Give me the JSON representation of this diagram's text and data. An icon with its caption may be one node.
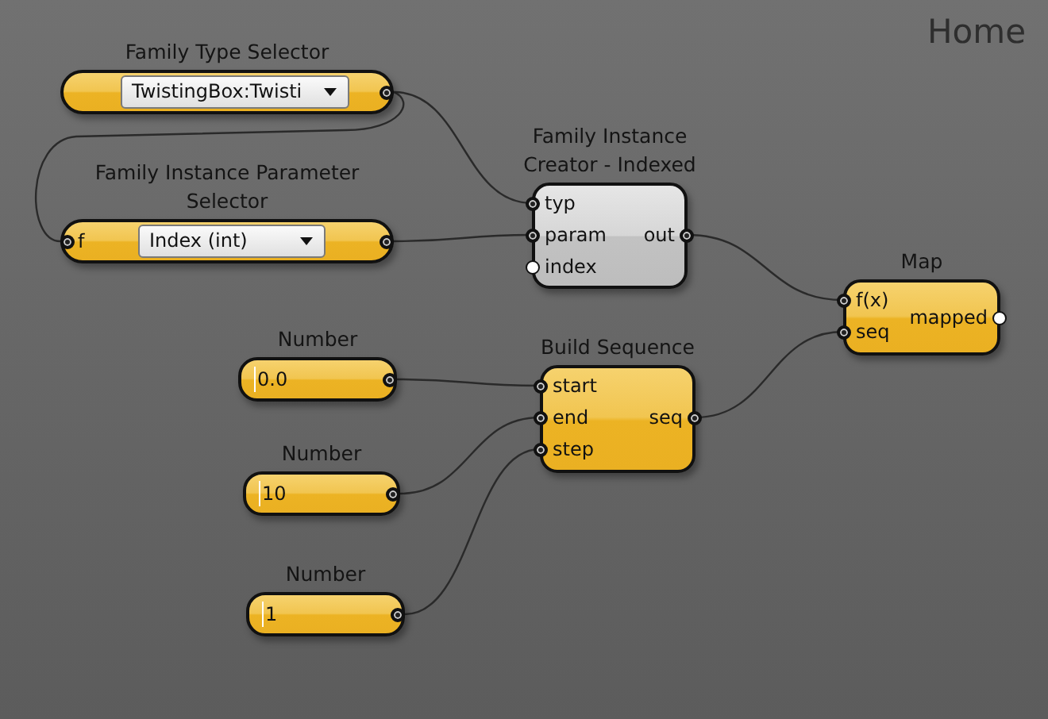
{
  "diagram": {
    "nodes": [
      {
        "text": [
          "Family Type Selector",
          "TwistingBox:Twisti"
        ]
      },
      {
        "text": [
          "Family Instance Parameter Selector",
          "f",
          "Index (int)"
        ]
      },
      {
        "text": [
          "Family Instance Creator - Indexed",
          "typ",
          "param",
          "index",
          "out"
        ]
      },
      {
        "text": [
          "Map",
          "f(x)",
          "seq",
          "mapped"
        ]
      },
      {
        "text": [
          "Number",
          "0.0"
        ]
      },
      {
        "text": [
          "Build Sequence",
          "start",
          "end",
          "step",
          "seq"
        ]
      },
      {
        "text": [
          "Number",
          "10"
        ]
      },
      {
        "text": [
          "Number",
          "1"
        ]
      }
    ],
    "edges": [
      {
        "from": 0,
        "to": 2,
        "arrow": "none"
      },
      {
        "from": 0,
        "to": 1,
        "arrow": "none"
      },
      {
        "from": 1,
        "to": 2,
        "arrow": "none"
      },
      {
        "from": 2,
        "to": 3,
        "arrow": "none"
      },
      {
        "from": 5,
        "to": 3,
        "arrow": "none"
      },
      {
        "from": 4,
        "to": 5,
        "arrow": "none"
      },
      {
        "from": 6,
        "to": 5,
        "arrow": "none"
      },
      {
        "from": 7,
        "to": 5,
        "arrow": "none"
      }
    ],
    "labels": [
      "Home"
    ]
  }
}
